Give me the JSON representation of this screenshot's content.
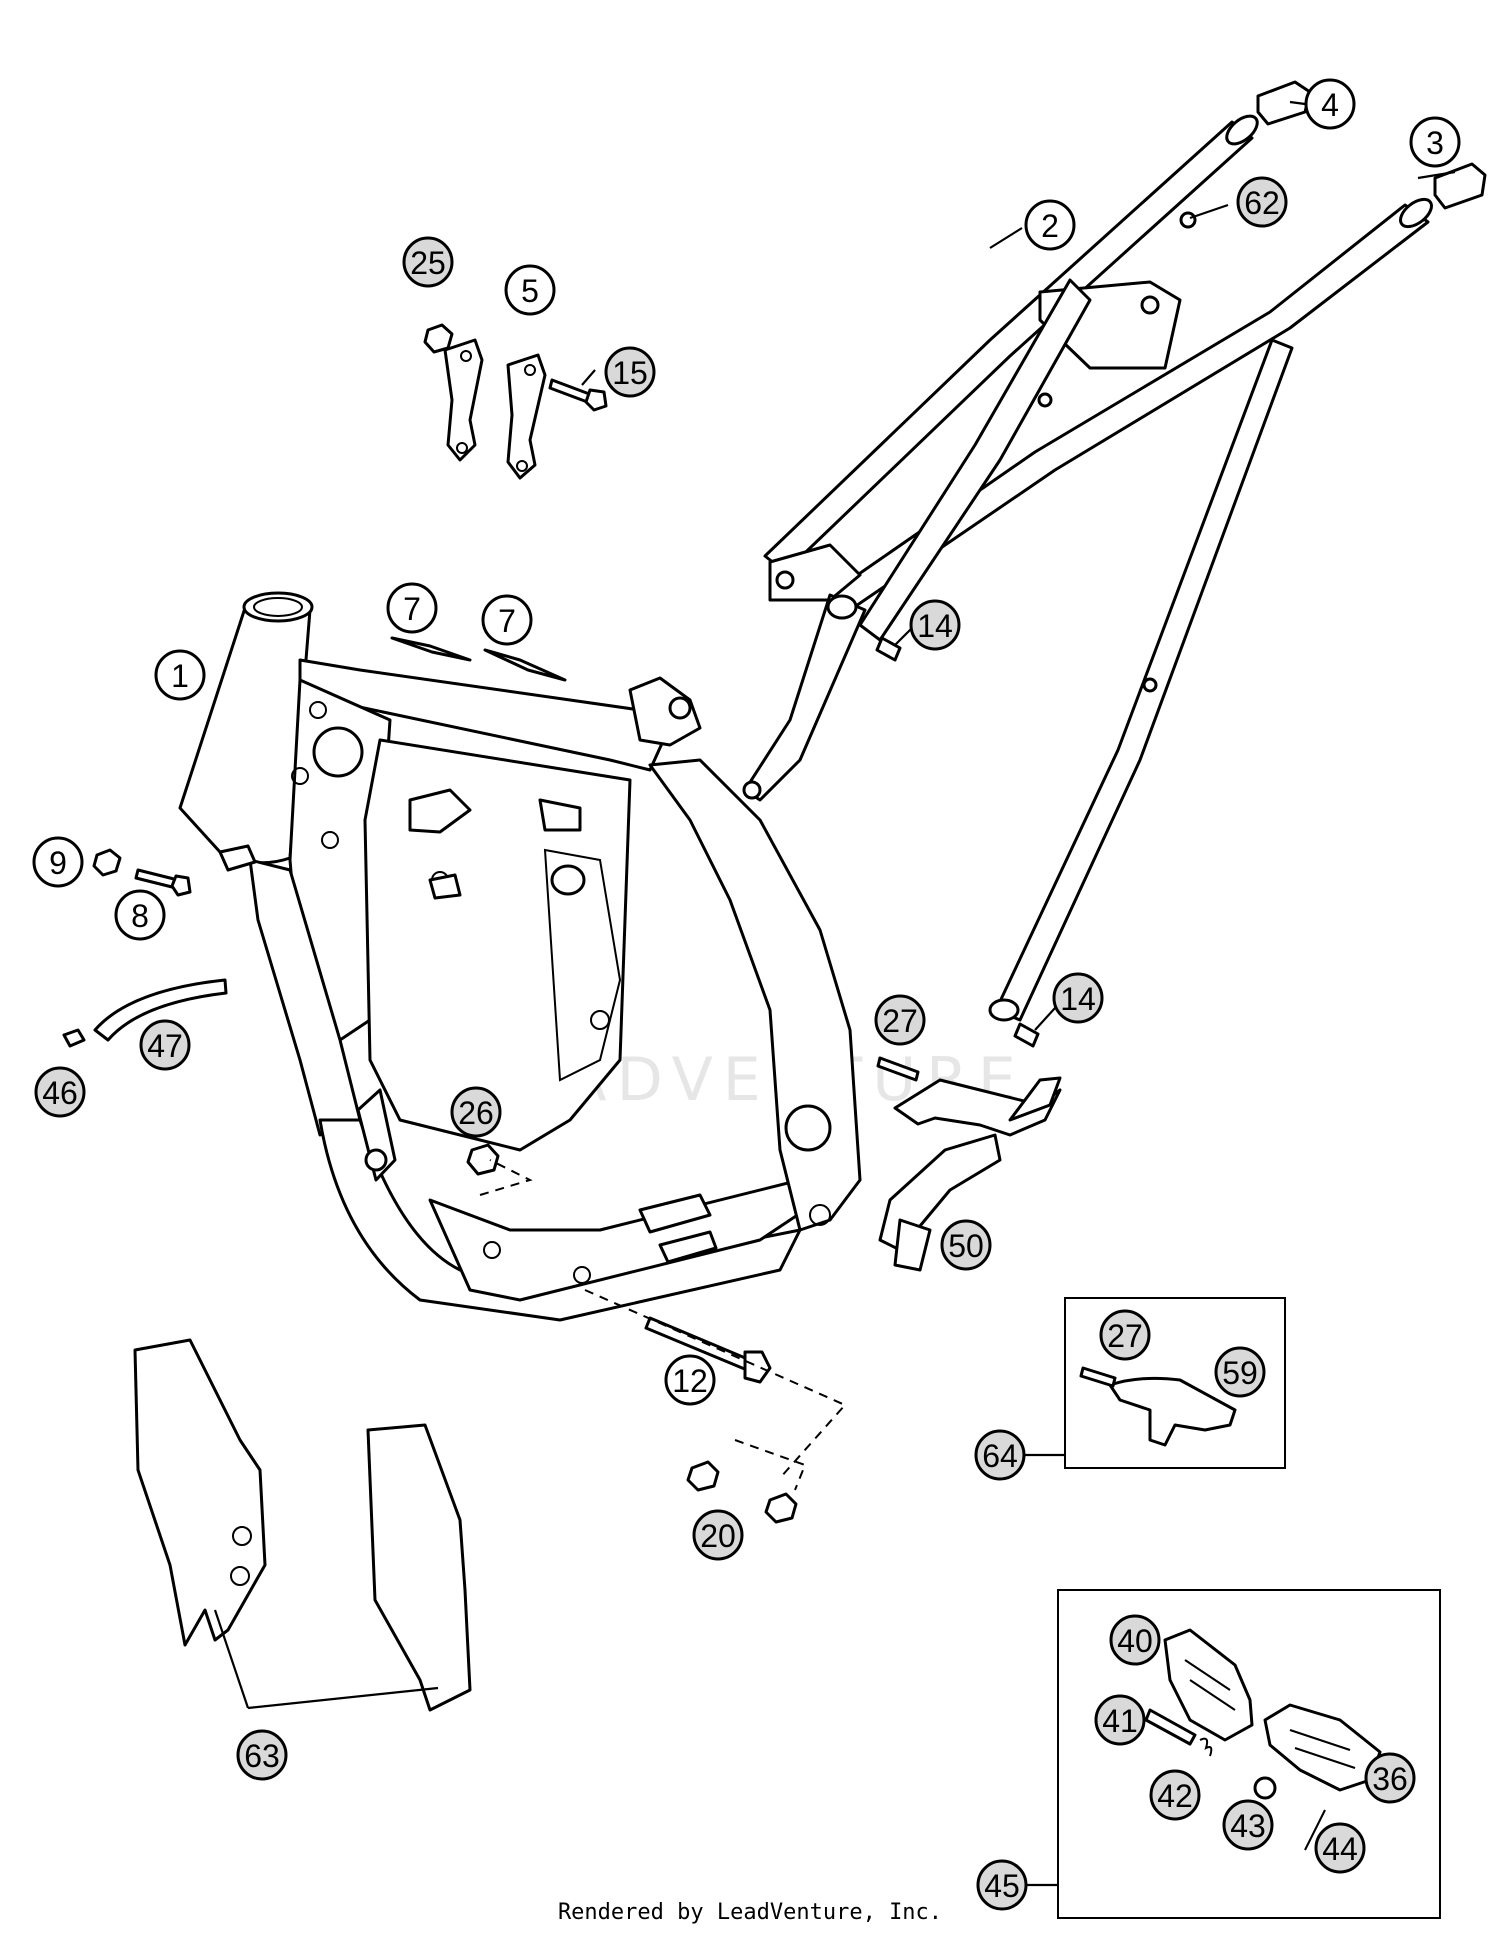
{
  "callouts": [
    {
      "id": "c1",
      "label": "1",
      "shaded": false
    },
    {
      "id": "c2",
      "label": "2",
      "shaded": false
    },
    {
      "id": "c3",
      "label": "3",
      "shaded": false
    },
    {
      "id": "c4",
      "label": "4",
      "shaded": false
    },
    {
      "id": "c5",
      "label": "5",
      "shaded": false
    },
    {
      "id": "c7a",
      "label": "7",
      "shaded": false
    },
    {
      "id": "c7b",
      "label": "7",
      "shaded": false
    },
    {
      "id": "c8",
      "label": "8",
      "shaded": false
    },
    {
      "id": "c9",
      "label": "9",
      "shaded": false
    },
    {
      "id": "c12",
      "label": "12",
      "shaded": false
    },
    {
      "id": "c14a",
      "label": "14",
      "shaded": true
    },
    {
      "id": "c14b",
      "label": "14",
      "shaded": true
    },
    {
      "id": "c15",
      "label": "15",
      "shaded": true
    },
    {
      "id": "c20",
      "label": "20",
      "shaded": true
    },
    {
      "id": "c25",
      "label": "25",
      "shaded": true
    },
    {
      "id": "c26",
      "label": "26",
      "shaded": true
    },
    {
      "id": "c27a",
      "label": "27",
      "shaded": true
    },
    {
      "id": "c27b",
      "label": "27",
      "shaded": true
    },
    {
      "id": "c36",
      "label": "36",
      "shaded": true
    },
    {
      "id": "c40",
      "label": "40",
      "shaded": true
    },
    {
      "id": "c41",
      "label": "41",
      "shaded": true
    },
    {
      "id": "c42",
      "label": "42",
      "shaded": true
    },
    {
      "id": "c43",
      "label": "43",
      "shaded": true
    },
    {
      "id": "c44",
      "label": "44",
      "shaded": true
    },
    {
      "id": "c45",
      "label": "45",
      "shaded": true
    },
    {
      "id": "c46",
      "label": "46",
      "shaded": true
    },
    {
      "id": "c47",
      "label": "47",
      "shaded": true
    },
    {
      "id": "c50",
      "label": "50",
      "shaded": true
    },
    {
      "id": "c59",
      "label": "59",
      "shaded": true
    },
    {
      "id": "c62",
      "label": "62",
      "shaded": true
    },
    {
      "id": "c63",
      "label": "63",
      "shaded": true
    },
    {
      "id": "c64",
      "label": "64",
      "shaded": true
    }
  ],
  "watermark": "LEADVENTURE",
  "footer": "Rendered by LeadVenture, Inc."
}
